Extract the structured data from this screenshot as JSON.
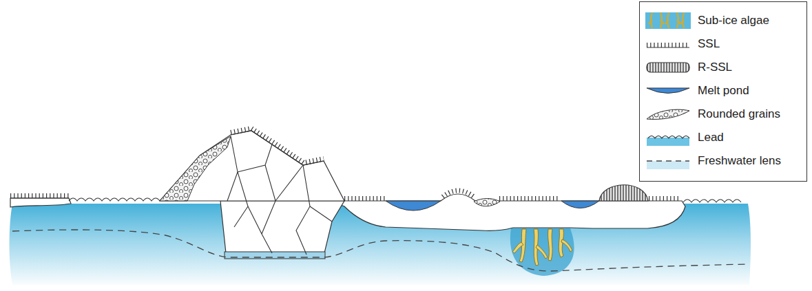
{
  "diagram": {
    "legend": [
      {
        "text": "Sub-ice algae"
      },
      {
        "text": "SSL"
      },
      {
        "text": "R-SSL"
      },
      {
        "text": "Melt pond"
      },
      {
        "text": "Rounded grains"
      },
      {
        "text": "Lead"
      },
      {
        "text": "Freshwater lens"
      }
    ]
  }
}
